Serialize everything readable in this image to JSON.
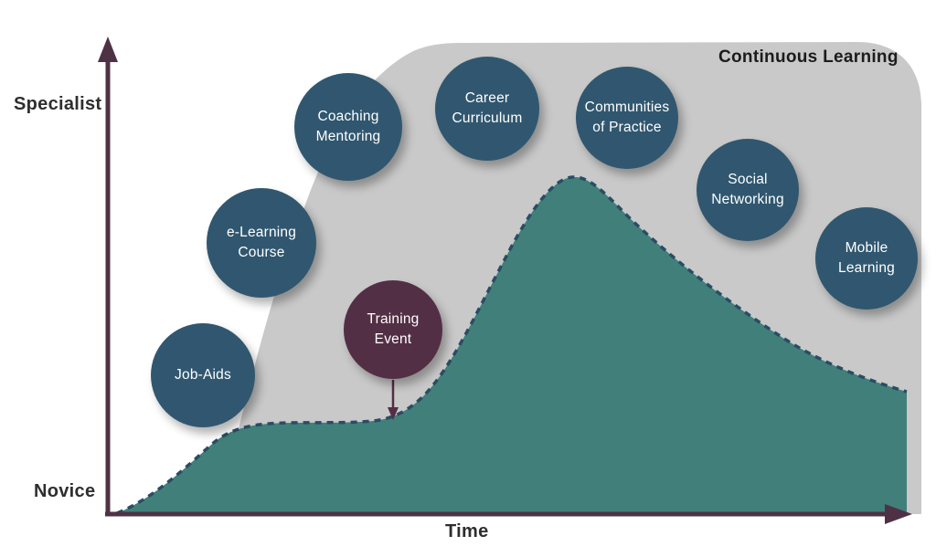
{
  "diagram": {
    "title": "Continuous Learning",
    "axis": {
      "y_top_label": "Specialist",
      "y_bottom_label": "Novice",
      "x_label": "Time"
    },
    "nodes": [
      {
        "id": "job-aids",
        "label": "Job-Aids"
      },
      {
        "id": "e-learning-course",
        "label": "e-Learning Course"
      },
      {
        "id": "coaching-mentoring",
        "label": "Coaching Mentoring"
      },
      {
        "id": "career-curriculum",
        "label": "Career Curriculum"
      },
      {
        "id": "communities-of-practice",
        "label": "Communities of Practice"
      },
      {
        "id": "social-networking",
        "label": "Social Networking"
      },
      {
        "id": "mobile-learning",
        "label": "Mobile Learning"
      },
      {
        "id": "training-event",
        "label": "Training Event",
        "highlight": true
      }
    ],
    "colors": {
      "axis": "#4e3145",
      "node": "#30576f",
      "node-highlight": "#532f45",
      "area": "#41807a",
      "background-shape": "#c9c9c9",
      "dash": "#2b4c63",
      "node-text": "#ffffff"
    }
  }
}
